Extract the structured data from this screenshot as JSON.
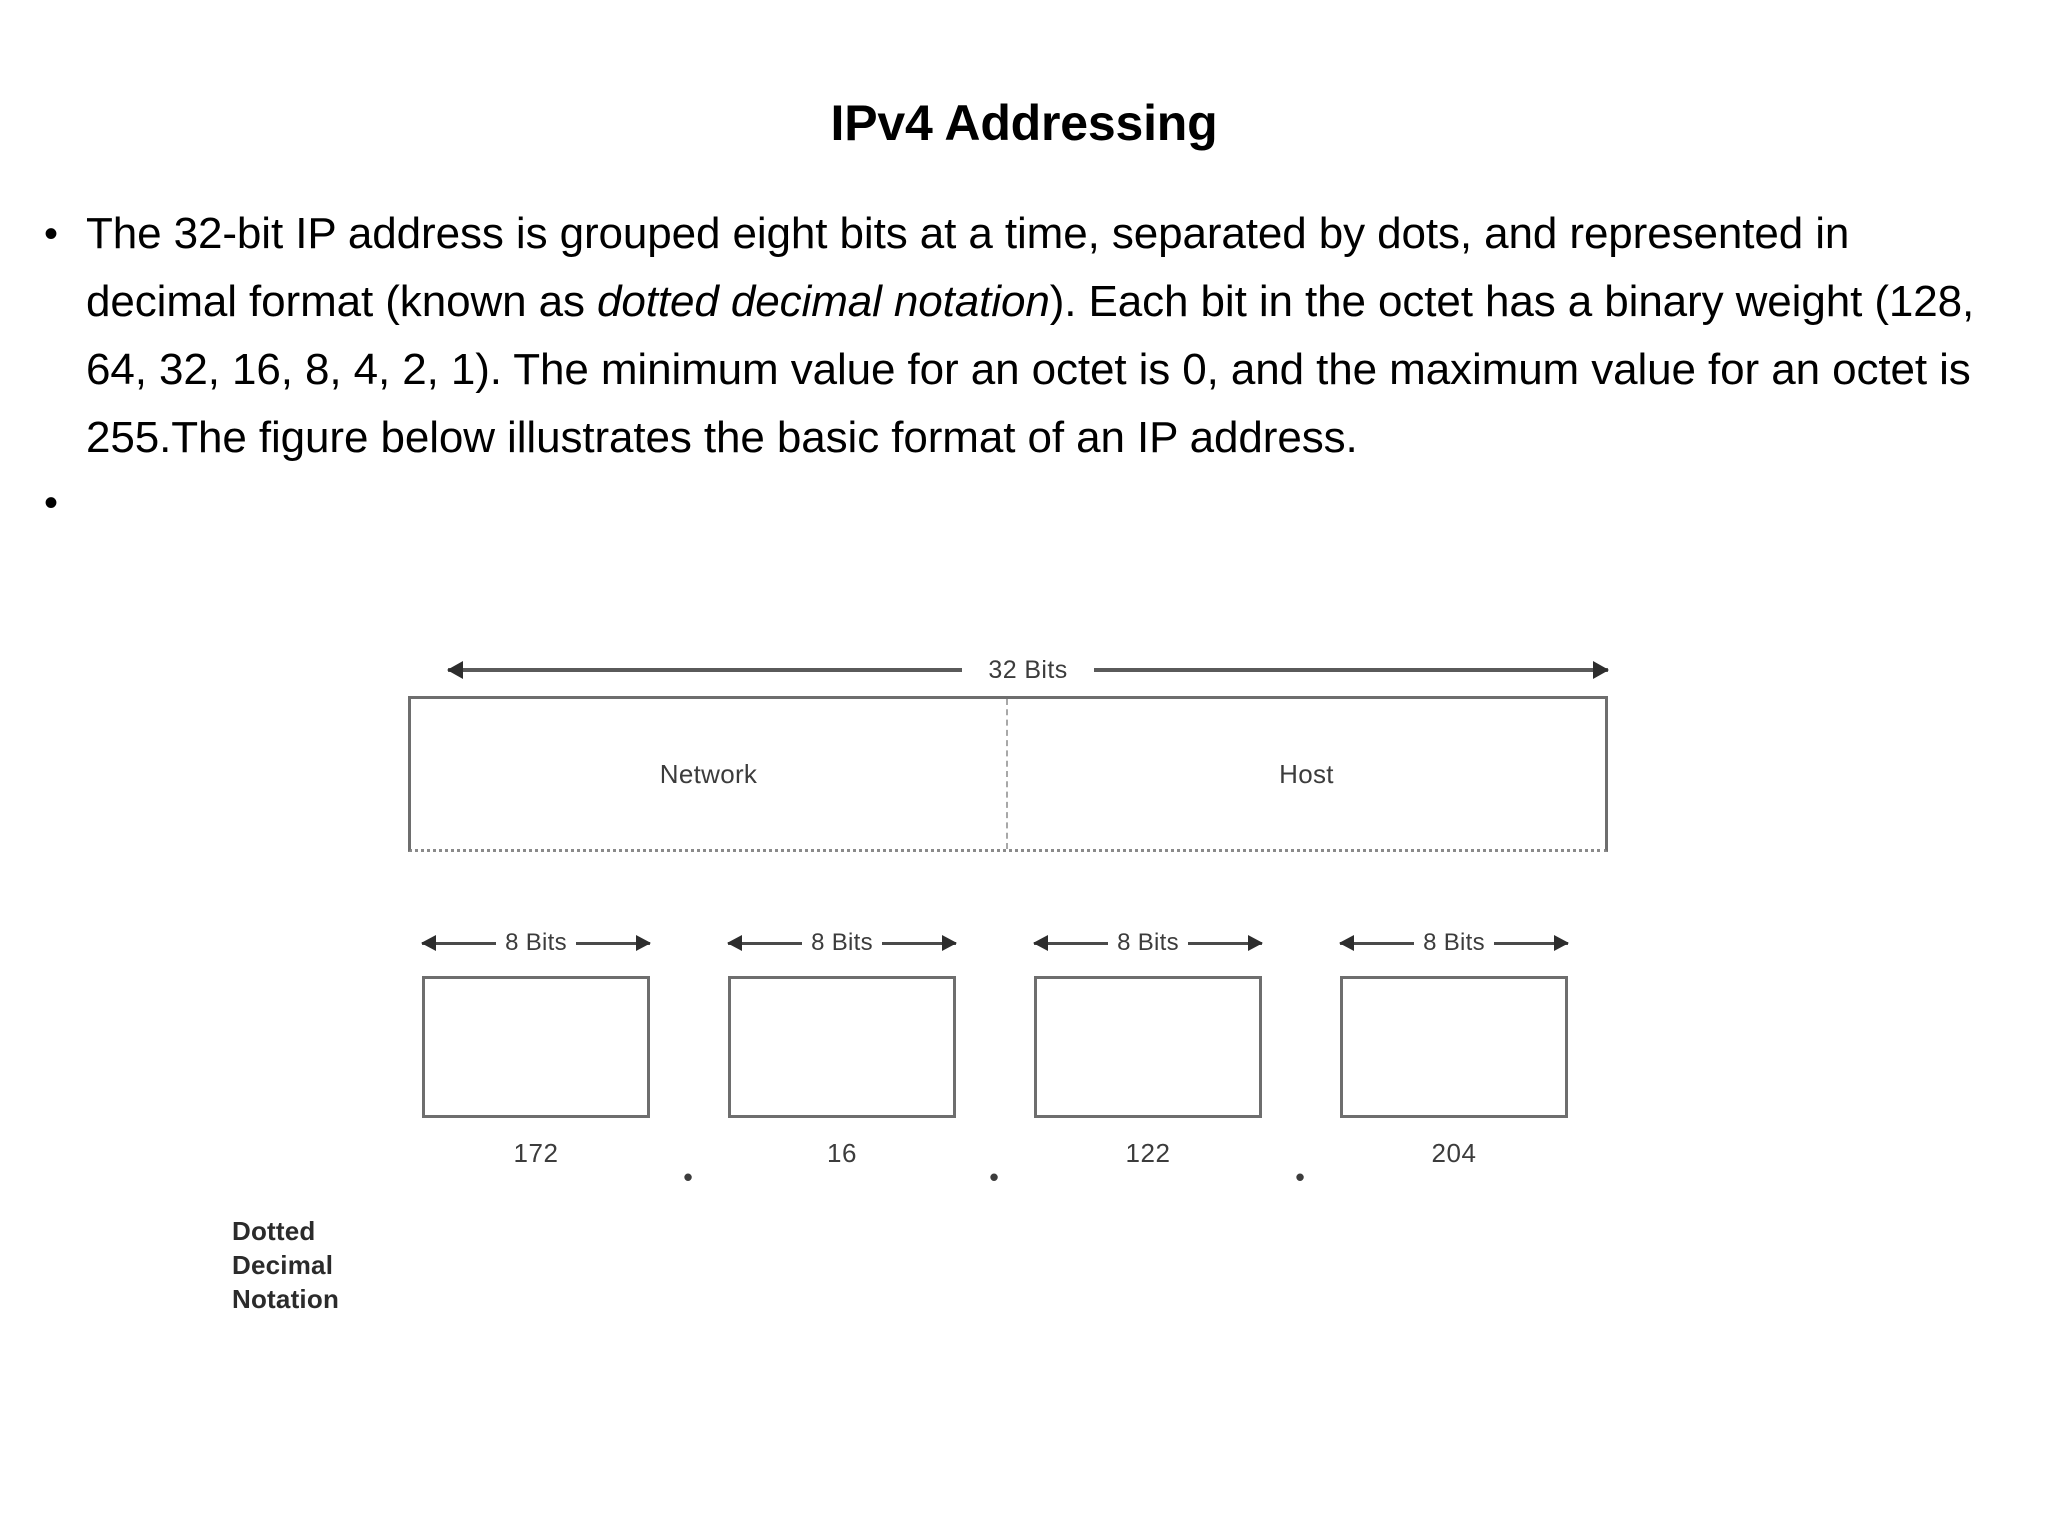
{
  "slide": {
    "title": "IPv4 Addressing",
    "bullets": [
      {
        "marker": "•",
        "segments": [
          {
            "style": "normal",
            "text": "The 32-bit IP address is grouped eight bits at a time, separated by dots, and represented in decimal format (known as "
          },
          {
            "style": "italic",
            "text": "dotted decimal notation"
          },
          {
            "style": "normal",
            "text": "). Each bit in the octet has a binary weight (128, 64, 32, 16, 8, 4, 2, 1). The minimum value for an octet is 0, and the maximum value for an octet is 255.The figure below illustrates the basic format of an IP address."
          }
        ]
      },
      {
        "marker": "•",
        "segments": []
      }
    ]
  },
  "figure": {
    "total_width_label": "32 Bits",
    "bar": {
      "left_label": "Network",
      "right_label": "Host"
    },
    "caption": {
      "line1": "Dotted",
      "line2": "Decimal",
      "line3": "Notation"
    },
    "octets": [
      {
        "bits_label": "8 Bits",
        "value": "172"
      },
      {
        "bits_label": "8 Bits",
        "value": "16"
      },
      {
        "bits_label": "8 Bits",
        "value": "122"
      },
      {
        "bits_label": "8 Bits",
        "value": "204"
      }
    ],
    "separators": [
      "•",
      "•",
      "•"
    ],
    "ip_address": "172.16.122.204",
    "colors": {
      "text": "#000000",
      "figure_line": "#6e6e6e",
      "figure_text": "#3c3c3c",
      "background": "#ffffff"
    }
  }
}
